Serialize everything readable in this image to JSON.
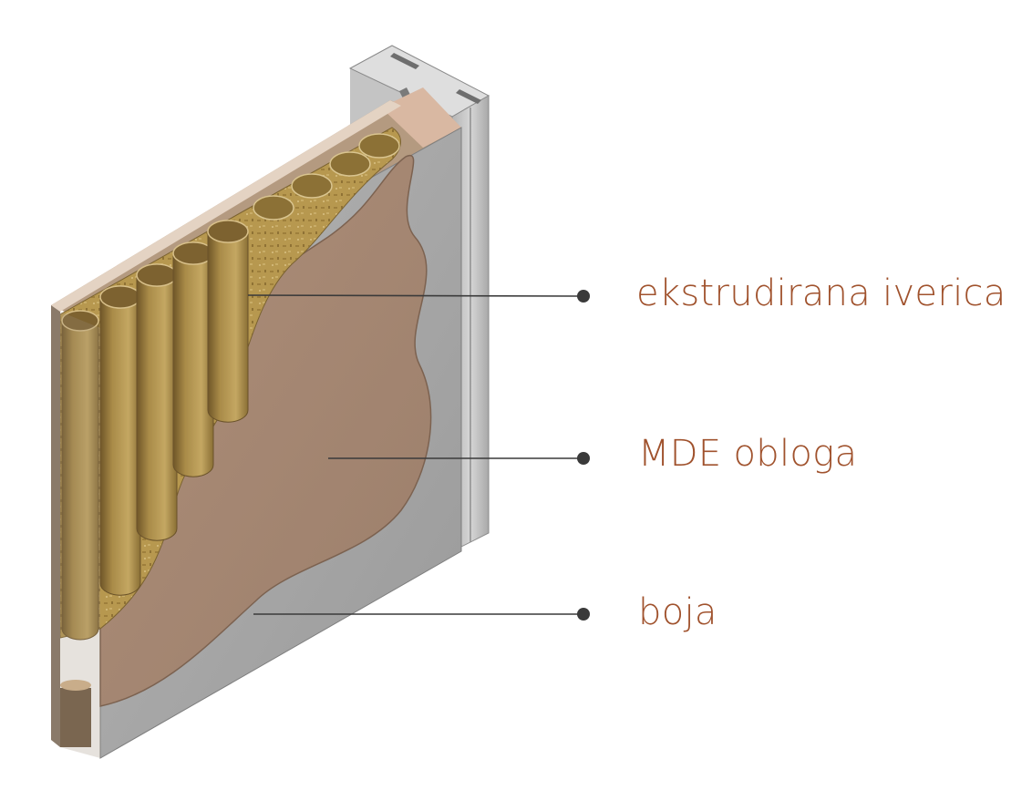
{
  "diagram": {
    "colors": {
      "label": "#a0522d",
      "leader": "#3a3a3a",
      "paint": "#a8a8a8",
      "paint_dark": "#8e8e8e",
      "mdf": "#a88a76",
      "mdf_edge": "#8f735f",
      "chipboard": "#b39552",
      "chipboard_dark": "#8c7138",
      "frame": "#c9c9c9"
    },
    "callouts": [
      {
        "id": "chipboard",
        "label": "ekstrudirana iverica"
      },
      {
        "id": "mdf",
        "label": "MDE obloga"
      },
      {
        "id": "paint",
        "label": "boja"
      }
    ]
  }
}
